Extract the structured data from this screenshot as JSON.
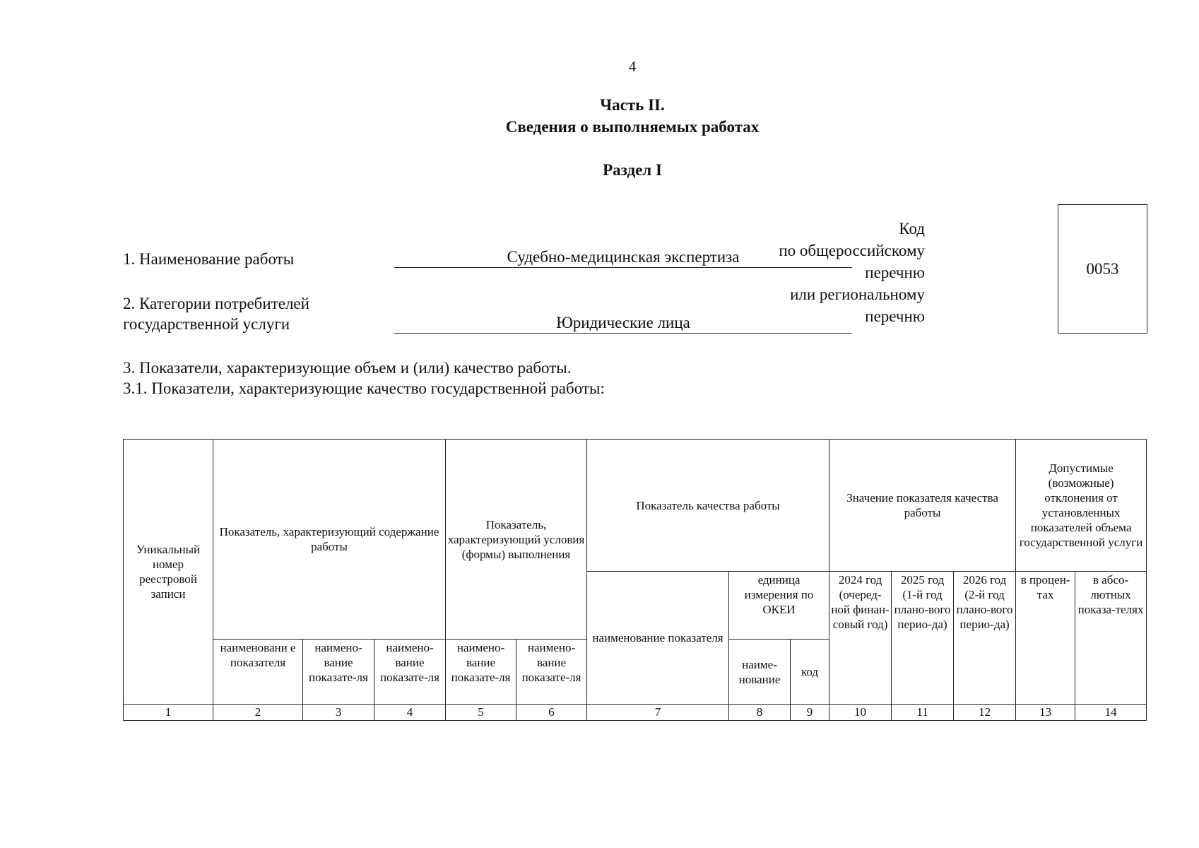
{
  "page_number": "4",
  "part_title": "Часть II.",
  "part_subtitle": "Сведения о выполняемых работах",
  "section_title": "Раздел I",
  "work_name": {
    "label": "1. Наименование работы",
    "value": "Судебно-медицинская экспертиза"
  },
  "consumers": {
    "label_line1": "2. Категории потребителей",
    "label_line2": "государственной услуги",
    "value": "Юридические лица"
  },
  "code": {
    "label_lines": [
      "Код",
      "по общероссийскому",
      "перечню",
      "или региональному",
      "перечню"
    ],
    "value": "0053"
  },
  "indicators_heading": "3. Показатели, характеризующие объем и (или) качество работы.",
  "quality_heading": "3.1. Показатели, характеризующие качество государственной работы:",
  "table": {
    "unique_number": "Уникальный номер реестровой записи",
    "content_indicator": "Показатель, характеризующий содержание работы",
    "conditions_indicator": "Показатель, характеризующий условия (формы) выполнения",
    "quality_indicator": "Показатель качества работы",
    "quality_value": "Значение показателя качества работы",
    "deviations": "Допустимые (возможные) отклонения от установленных показателей объема государственной услуги",
    "indicator_name": "наименование показателя",
    "unit_okei": "единица измерения по ОКЕИ",
    "unit_name": "наиме-нование",
    "unit_code": "код",
    "year_2024": "2024 год (очеред-ной финан-совый год)",
    "year_2025": "2025 год (1-й год плано-вого перио-да)",
    "year_2026": "2026 год (2-й год плано-вого перио-да)",
    "in_percent": "в процен-тах",
    "in_absolute": "в абсо-лютных показа-телях",
    "sub_col2": "наименовани е показателя",
    "sub_col3": "наимено-вание показате-ля",
    "sub_col4": "наимено-вание показате-ля",
    "sub_col5": "наимено-вание показате-ля",
    "sub_col6": "наимено-вание показате-ля",
    "column_numbers": [
      "1",
      "2",
      "3",
      "4",
      "5",
      "6",
      "7",
      "8",
      "9",
      "10",
      "11",
      "12",
      "13",
      "14"
    ]
  }
}
